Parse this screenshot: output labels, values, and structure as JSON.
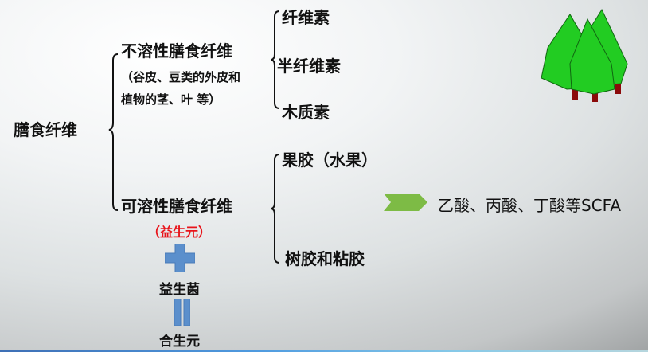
{
  "root": {
    "label": "膳食纤维"
  },
  "insoluble": {
    "label": "不溶性膳食纤维",
    "note_line1": "（谷皮、豆类的外皮和",
    "note_line2": "植物的茎、叶 等）",
    "children": [
      "纤维素",
      "半纤维素",
      "木质素"
    ]
  },
  "soluble": {
    "label": "可溶性膳食纤维",
    "prebiotic_note": "（益生元）",
    "children": [
      "果胶（水果）",
      "树胶和粘胶"
    ]
  },
  "equation": {
    "plus_icon": "plus-icon",
    "probiotic": "益生菌",
    "equals_icon": "equals-icon",
    "synbiotic": "合生元"
  },
  "result": {
    "arrow_icon": "chevron-arrow-icon",
    "text": "乙酸、丙酸、丁酸等SCFA"
  },
  "decoration": {
    "image": "trees-icon"
  },
  "colors": {
    "text": "#111111",
    "red_note": "#e8141a",
    "plus_equals": "#5b8fcc",
    "arrow": "#7dbb45",
    "tree_green": "#22cc22",
    "tree_trunk": "#8b0a0a",
    "bottom_line": "#4f9be0"
  }
}
